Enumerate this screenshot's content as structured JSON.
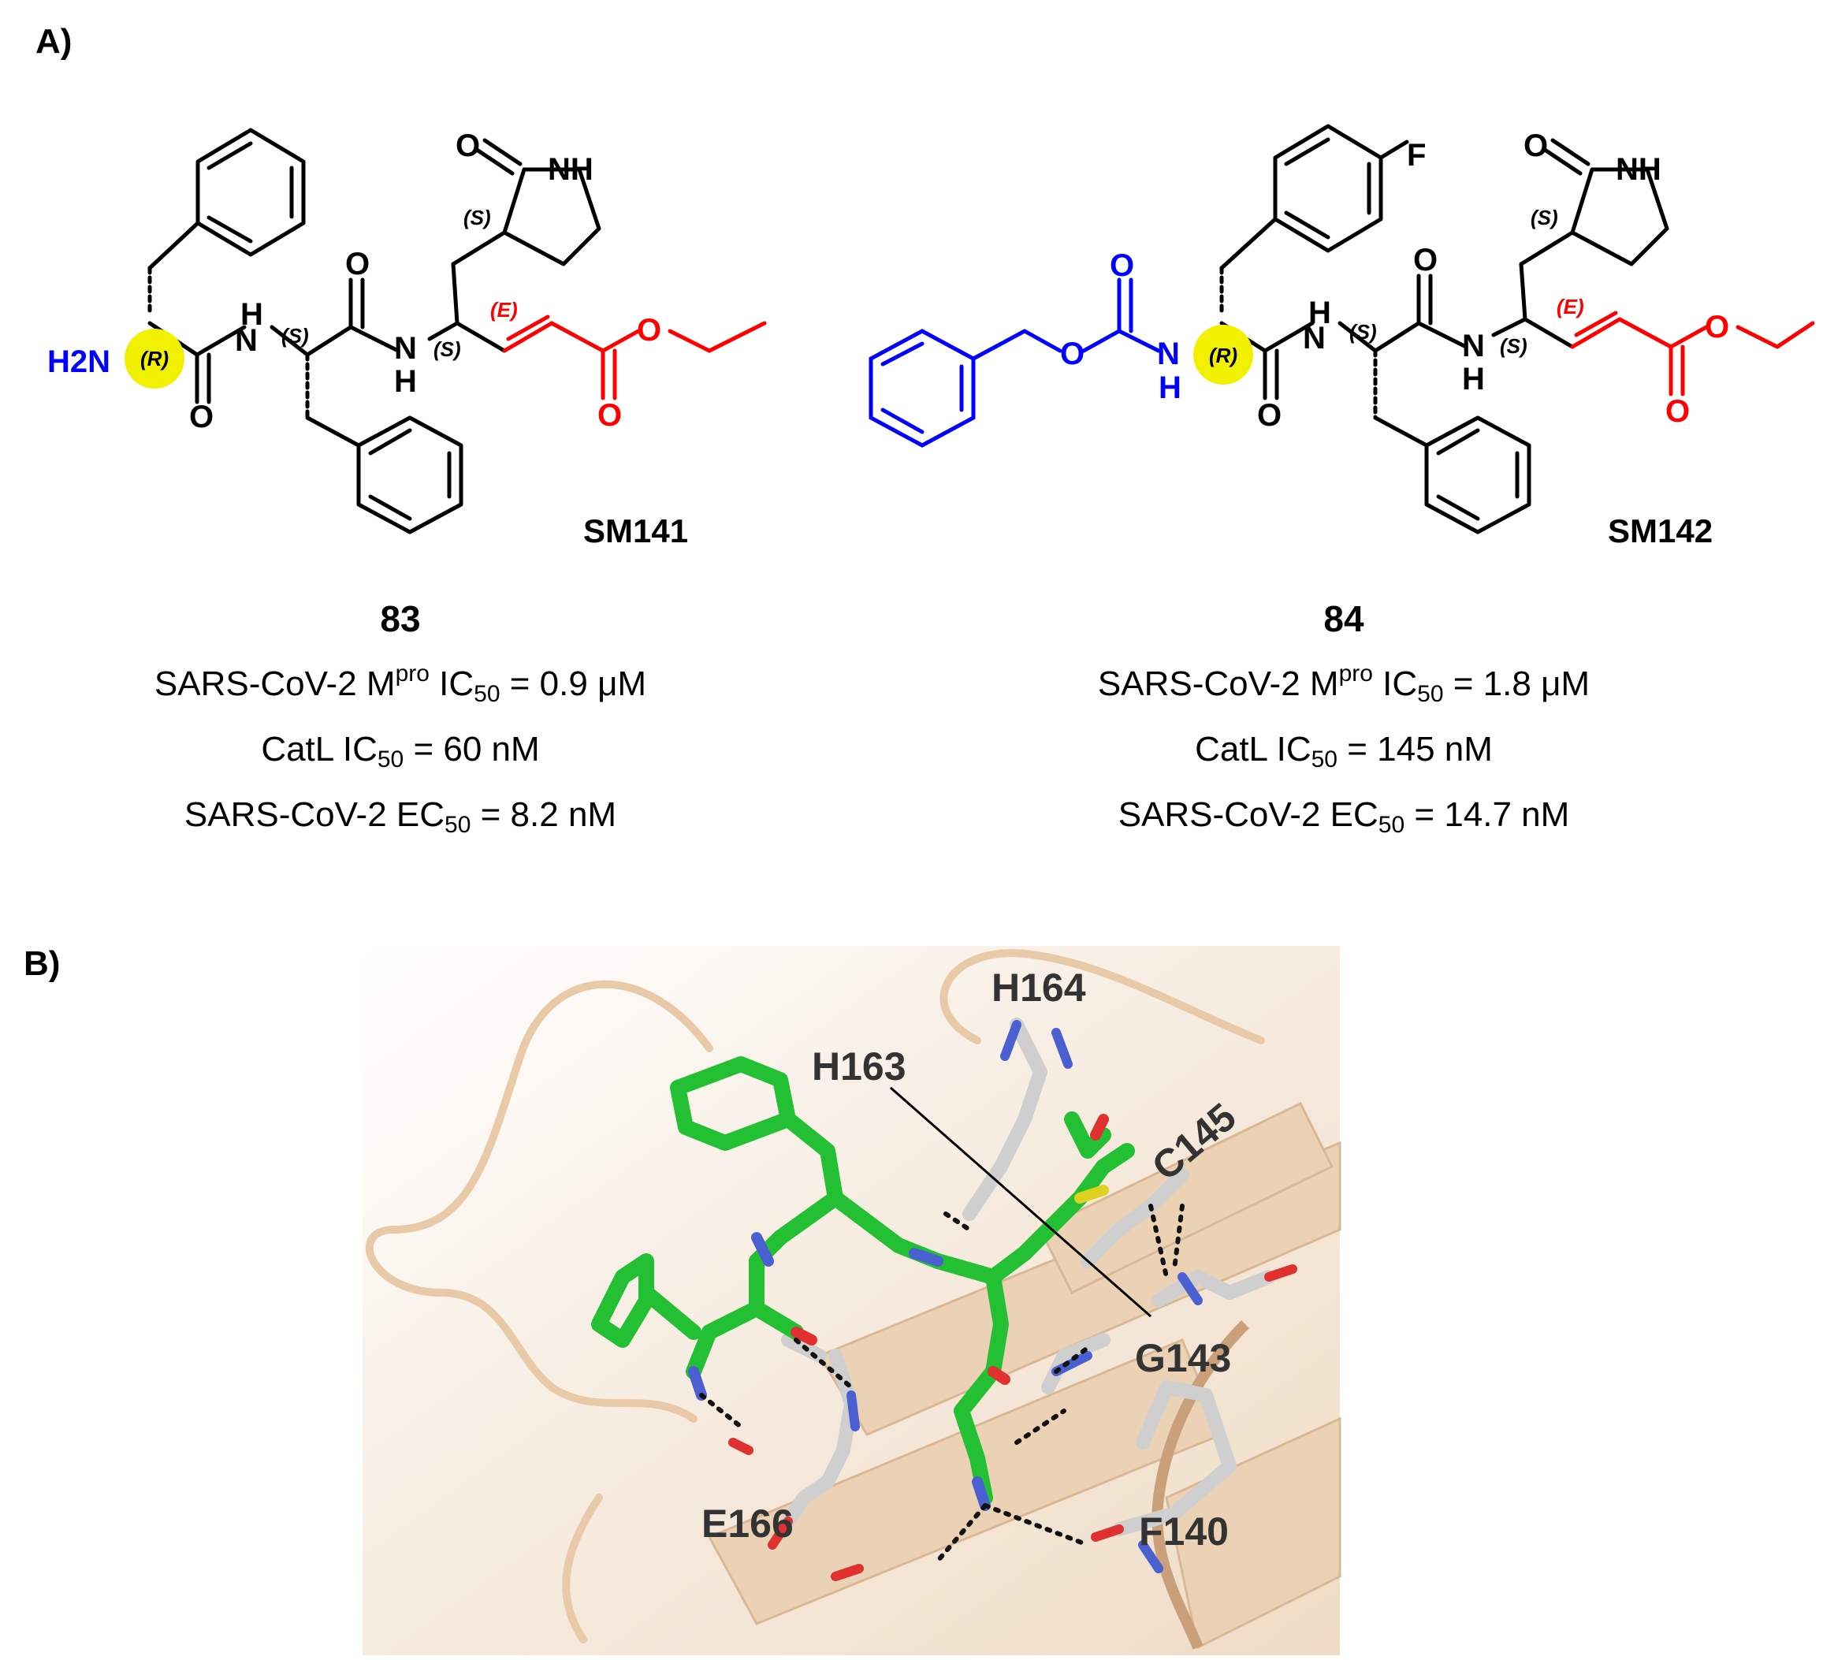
{
  "panels": {
    "a_label": "A)",
    "b_label": "B)"
  },
  "compound_83": {
    "code": "SM141",
    "number": "83",
    "mpro": {
      "pre": "SARS-CoV-2 M",
      "sup": "pro",
      "mid": " IC",
      "sub": "50",
      "post": " = 0.9 μM"
    },
    "catl": {
      "pre": "CatL IC",
      "sub": "50",
      "post": " = 60 nM"
    },
    "ec50": {
      "pre": "SARS-CoV-2 EC",
      "sub": "50",
      "post": " = 8.2 nM"
    }
  },
  "compound_84": {
    "code": "SM142",
    "number": "84",
    "mpro": {
      "pre": "SARS-CoV-2 M",
      "sup": "pro",
      "mid": " IC",
      "sub": "50",
      "post": " = 1.8 μM"
    },
    "catl": {
      "pre": "CatL IC",
      "sub": "50",
      "post": " = 145 nM"
    },
    "ec50": {
      "pre": "SARS-CoV-2 EC",
      "sub": "50",
      "post": " = 14.7 nM"
    }
  },
  "structure_labels": {
    "h2n": "H2N",
    "nh": "NH",
    "n": "N",
    "h": "H",
    "o": "O",
    "f": "F",
    "r": "(R)",
    "s": "(S)",
    "e": "(E)"
  },
  "residues": [
    "H164",
    "H163",
    "C145",
    "G143",
    "F140",
    "E166"
  ],
  "colors": {
    "black": "#000000",
    "blue": "#0000ff",
    "red": "#ff0000",
    "highlight": "#f0f000",
    "ligand": "#22c032",
    "residue": "#cfcfcf",
    "ribbon": "#e7c5a0",
    "loop": "#d8b590",
    "nitrogen": "#4a5fd0",
    "oxygen": "#e03030",
    "sulfur": "#e0d020"
  }
}
